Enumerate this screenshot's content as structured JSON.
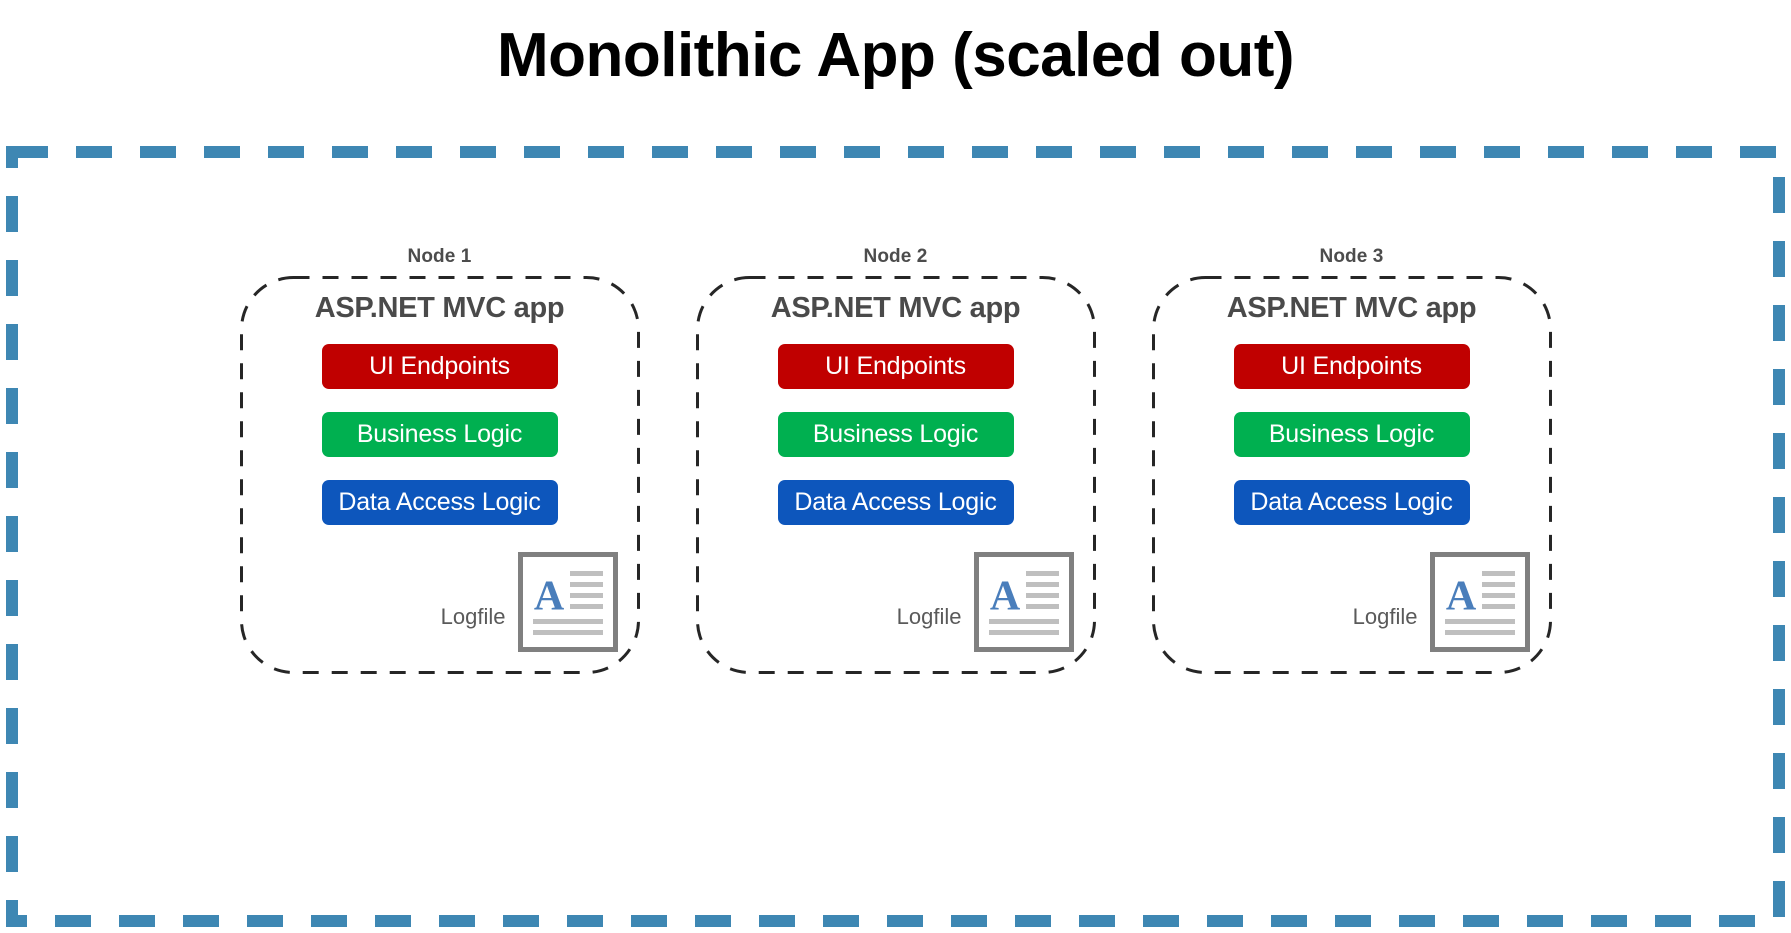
{
  "diagram": {
    "title": "Monolithic App (scaled out)",
    "cluster": {
      "border_color": "#3E87B3",
      "border_style": "dashed"
    },
    "nodes": [
      {
        "label": "Node 1",
        "heading": "ASP.NET MVC app",
        "layers": [
          {
            "label": "UI Endpoints",
            "color": "#C00000"
          },
          {
            "label": "Business Logic",
            "color": "#00B050"
          },
          {
            "label": "Data Access Logic",
            "color": "#0D56BC"
          }
        ],
        "logfile": {
          "label": "Logfile",
          "icon": "document-text-icon"
        }
      },
      {
        "label": "Node 2",
        "heading": "ASP.NET MVC app",
        "layers": [
          {
            "label": "UI Endpoints",
            "color": "#C00000"
          },
          {
            "label": "Business Logic",
            "color": "#00B050"
          },
          {
            "label": "Data Access Logic",
            "color": "#0D56BC"
          }
        ],
        "logfile": {
          "label": "Logfile",
          "icon": "document-text-icon"
        }
      },
      {
        "label": "Node 3",
        "heading": "ASP.NET MVC app",
        "layers": [
          {
            "label": "UI Endpoints",
            "color": "#C00000"
          },
          {
            "label": "Business Logic",
            "color": "#00B050"
          },
          {
            "label": "Data Access Logic",
            "color": "#0D56BC"
          }
        ],
        "logfile": {
          "label": "Logfile",
          "icon": "document-text-icon"
        }
      }
    ]
  }
}
